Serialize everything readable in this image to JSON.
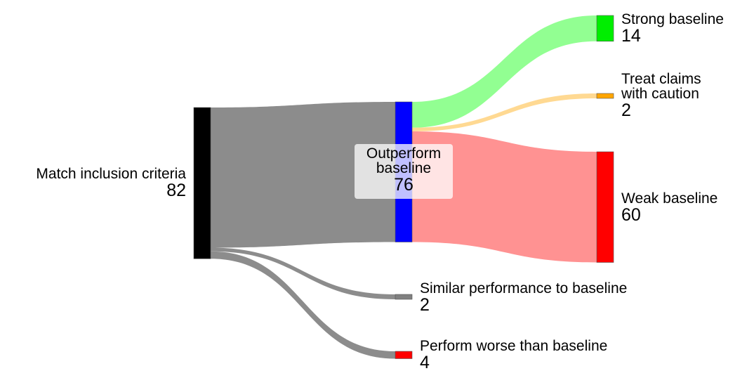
{
  "chart_data": {
    "type": "sankey",
    "nodes": [
      {
        "id": "match",
        "label_lines": [
          "Match inclusion criteria"
        ],
        "value": 82,
        "color": "#000000"
      },
      {
        "id": "outperform",
        "label_lines": [
          "Outperform",
          "baseline"
        ],
        "value": 76,
        "color": "#0000ff"
      },
      {
        "id": "similar",
        "label_lines": [
          "Similar performance to baseline"
        ],
        "value": 2,
        "color": "#808080"
      },
      {
        "id": "worse",
        "label_lines": [
          "Perform worse than baseline"
        ],
        "value": 4,
        "color": "#ff0000"
      },
      {
        "id": "strong",
        "label_lines": [
          "Strong baseline"
        ],
        "value": 14,
        "color": "#00ee00"
      },
      {
        "id": "caution",
        "label_lines": [
          "Treat claims",
          "with caution"
        ],
        "value": 2,
        "color": "#ffa500"
      },
      {
        "id": "weak",
        "label_lines": [
          "Weak baseline"
        ],
        "value": 60,
        "color": "#ff0000"
      }
    ],
    "links": [
      {
        "source": "match",
        "target": "outperform",
        "value": 76,
        "color": "#808080"
      },
      {
        "source": "match",
        "target": "similar",
        "value": 2,
        "color": "#808080"
      },
      {
        "source": "match",
        "target": "worse",
        "value": 4,
        "color": "#808080"
      },
      {
        "source": "outperform",
        "target": "strong",
        "value": 14,
        "color": "#7fff7f"
      },
      {
        "source": "outperform",
        "target": "caution",
        "value": 2,
        "color": "#ffd27f"
      },
      {
        "source": "outperform",
        "target": "weak",
        "value": 60,
        "color": "#ff7f7f"
      }
    ]
  }
}
